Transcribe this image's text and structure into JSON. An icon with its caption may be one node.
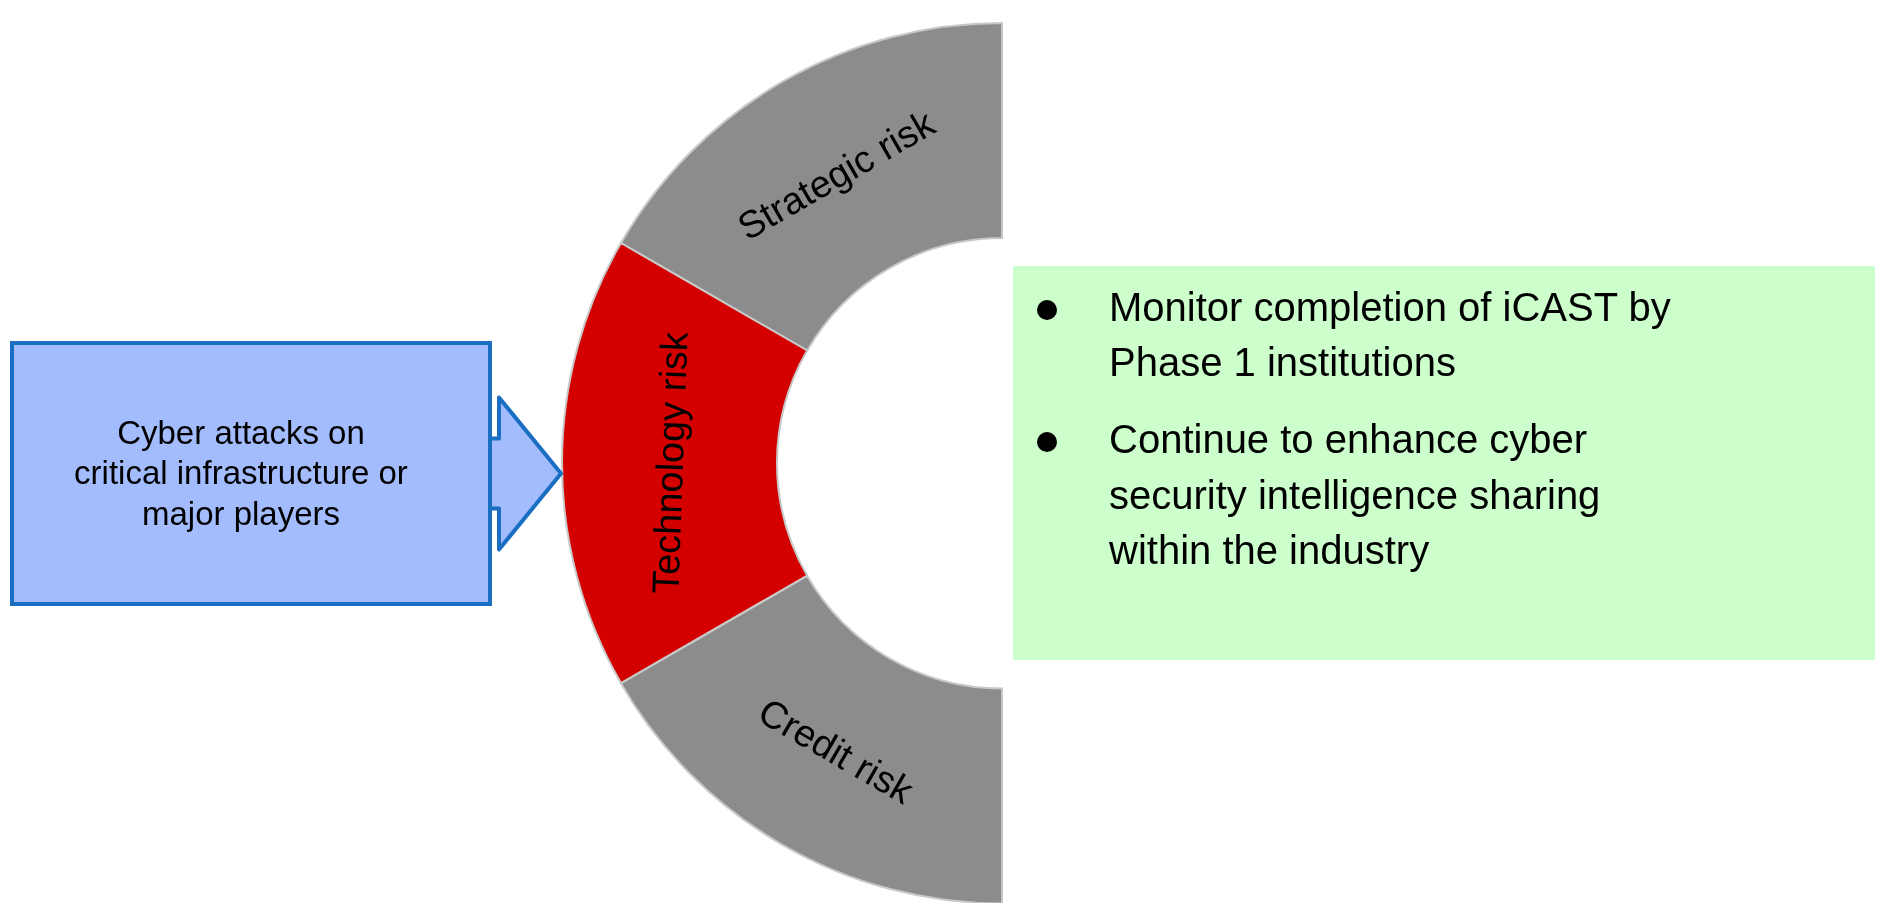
{
  "diagram": {
    "nodes": [
      {
        "text": [
          "Cyber attacks on critical infrastructure or major players"
        ]
      },
      {
        "text": [
          "Strategic risk"
        ]
      },
      {
        "text": [
          "Technology risk"
        ]
      },
      {
        "text": [
          "Credit risk"
        ]
      },
      {
        "text": [
          "Monitor completion of iCAST by Phase 1 institutions",
          "Continue to enhance cyber security intelligence sharing within the industry"
        ]
      }
    ],
    "edges": [
      {
        "from": 0,
        "to": 2,
        "arrow": "to"
      }
    ]
  }
}
